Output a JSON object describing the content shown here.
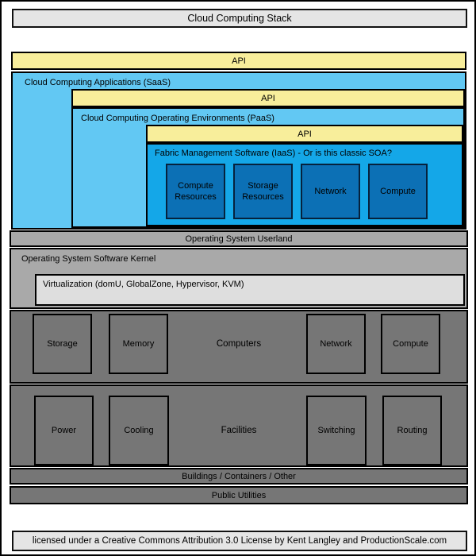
{
  "title": "Cloud Computing Stack",
  "license": "licensed under a Creative Commons Attribution 3.0 License by Kent Langley and ProductionScale.com",
  "colors": {
    "api_yellow": "#F8EE9B",
    "saas_blue": "#62C8F3",
    "paas_blue": "#62C8F3",
    "iaas_blue": "#14A7E8",
    "resource_blue": "#0C70B5",
    "os_gray": "#A9A9A9",
    "virtualization_gray": "#DEDEDE",
    "hardware_gray": "#767676",
    "panel_gray": "#E5E5E5"
  },
  "stack": {
    "api_label": "API",
    "saas": {
      "label": "Cloud Computing Applications (SaaS)"
    },
    "paas": {
      "api_label": "API",
      "label": "Cloud Computing Operating Environments (PaaS)"
    },
    "iaas": {
      "api_label": "API",
      "label": "Fabric Management Software (IaaS) - Or is this classic SOA?",
      "resources": [
        "Compute Resources",
        "Storage Resources",
        "Network",
        "Compute"
      ]
    },
    "userland": "Operating System Userland",
    "kernel": "Operating System Software Kernel",
    "virtualization": "Virtualization (domU, GlobalZone, Hypervisor, KVM)",
    "computers": {
      "label": "Computers",
      "boxes": [
        "Storage",
        "Memory",
        "Network",
        "Compute"
      ]
    },
    "facilities": {
      "label": "Facilities",
      "boxes": [
        "Power",
        "Cooling",
        "Switching",
        "Routing"
      ]
    },
    "buildings": "Buildings / Containers / Other",
    "utilities": "Public Utilities"
  }
}
